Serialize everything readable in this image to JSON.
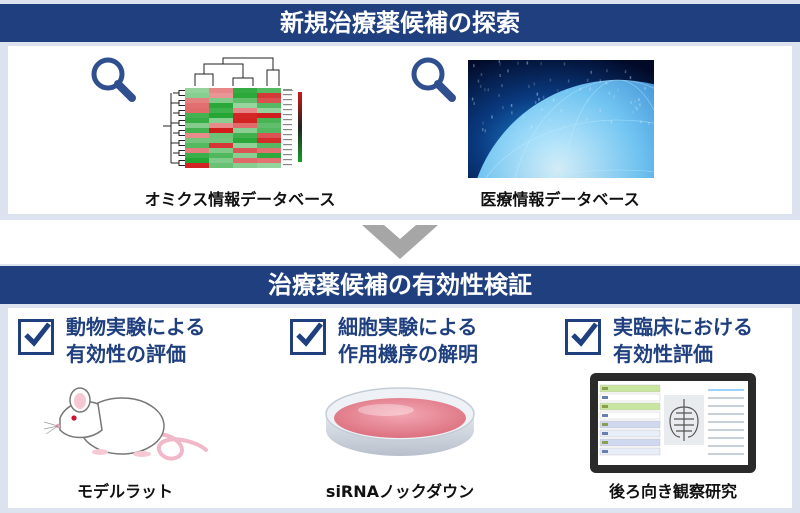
{
  "top_section": {
    "title": "新規治療薬候補の探索",
    "databases": [
      {
        "label": "オミクス情報データベース",
        "icon": "search-icon"
      },
      {
        "label": "医療情報データベース",
        "icon": "search-icon"
      }
    ]
  },
  "arrow": {
    "icon": "chevron-down-icon"
  },
  "bottom_section": {
    "title": "治療薬候補の有効性検証",
    "methods": [
      {
        "line1": "動物実験による",
        "line2": "有効性の評価",
        "caption": "モデルラット"
      },
      {
        "line1": "細胞実験による",
        "line2": "作用機序の解明",
        "caption": "siRNAノックダウン"
      },
      {
        "line1": "実臨床における",
        "line2": "有効性評価",
        "caption": "後ろ向き観察研究"
      }
    ]
  },
  "colors": {
    "banner": "#1f3f7f",
    "panel": "#dce3ef",
    "accent_icon": "#2f4f8f",
    "heatmap_red": "#d01818",
    "heatmap_green": "#18a028"
  }
}
